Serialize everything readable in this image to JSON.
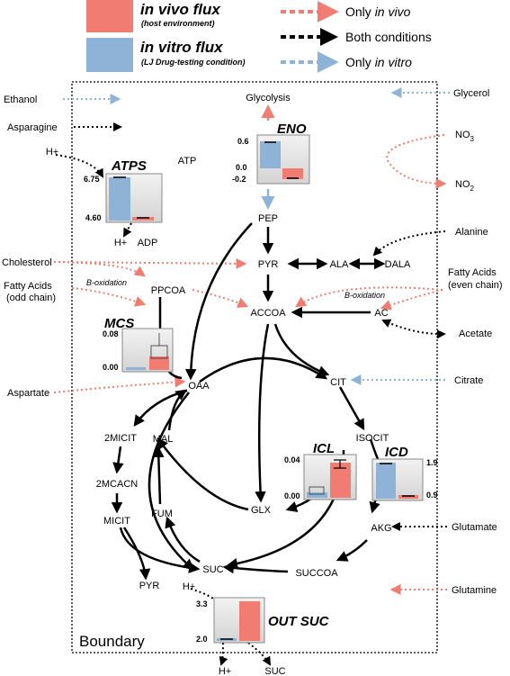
{
  "legend": {
    "vivo_title": "in vivo flux",
    "vivo_sub": "(host environment)",
    "vitro_title": "in vitro flux",
    "vitro_sub": "(LJ Drug-testing condition)",
    "only_vivo": [
      "Only ",
      "in vivo"
    ],
    "both": "Both conditions",
    "only_vitro": [
      "Only ",
      "in vitro"
    ]
  },
  "colors": {
    "vivo": "#f07c72",
    "vitro": "#8fb3d6",
    "both": "#000000",
    "box_bg": "#e6e6e6"
  },
  "boundary_label": "Boundary",
  "metabolites": {
    "glycolysis": "Glycolysis",
    "pep": "PEP",
    "pyr": "PYR",
    "ala": "ALA",
    "dala": "DALA",
    "ppcoa": "PPCOA",
    "accoa": "ACCOA",
    "ac": "AC",
    "oaa": "OAA",
    "cit": "CIT",
    "isocit": "ISOCIT",
    "mal": "MAL",
    "glx": "GLX",
    "fum": "FUM",
    "twomicit": "2MICIT",
    "twomcacn": "2MCACN",
    "micit": "MICIT",
    "pyr2": "PYR",
    "suc": "SUC",
    "succoa": "SUCCOA",
    "akg": "AKG",
    "h_atp": "H+",
    "atp": "ATP",
    "h_adp": "H+",
    "adp": "ADP",
    "h_suc": "H+",
    "h_out": "H+",
    "suc_out": "SUC"
  },
  "external": {
    "ethanol": "Ethanol",
    "asparagine": "Asparagine",
    "glycerol": "Glycerol",
    "no3": "NO",
    "no3_sub": "3",
    "no2": "NO",
    "no2_sub": "2",
    "alanine": "Alanine",
    "cholesterol": "Cholesterol",
    "fa_odd_1": "Fatty Acids",
    "fa_odd_2": "(odd chain)",
    "fa_even_1": "Fatty Acids",
    "fa_even_2": "(even chain)",
    "acetate": "Acetate",
    "citrate": "Citrate",
    "aspartate": "Aspartate",
    "glutamate": "Glutamate",
    "glutamine": "Glutamine",
    "b_ox_left": "B-oxidation",
    "b_ox_right": "B-oxidation"
  },
  "flux_boxes": {
    "atps": {
      "name": "ATPS",
      "ymax_label": "6.75",
      "ymin_label": "4.60",
      "vitro": 6.75,
      "vivo": 4.6
    },
    "eno": {
      "name": "ENO",
      "ymax_label": "0.6",
      "zero_label": "0.0",
      "ymin_label": "-0.2",
      "vitro": 0.6,
      "vivo": -0.2
    },
    "mcs": {
      "name": "MCS",
      "ymax_label": "0.08",
      "ymin_label": "0.00",
      "vitro": 0.0,
      "vivo": 0.02
    },
    "icl": {
      "name": "ICL",
      "ymax_label": "0.04",
      "ymin_label": "0.00",
      "vitro": 0.005,
      "vivo": 0.035
    },
    "icd": {
      "name": "ICD",
      "ymax_label": "1.9",
      "ymin_label": "0.9",
      "vitro": 1.9,
      "vivo": 0.9
    },
    "outsuc": {
      "name": "OUT SUC",
      "ymax_label": "3.3",
      "ymin_label": "2.0",
      "vitro": 2.0,
      "vivo": 3.3
    }
  }
}
